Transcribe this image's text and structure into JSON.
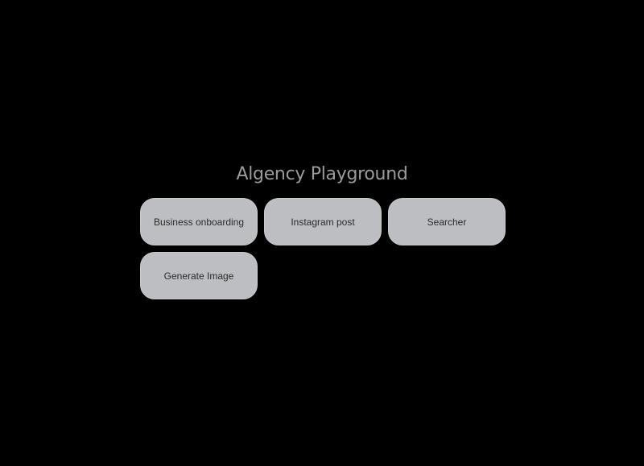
{
  "page": {
    "title": "Algency Playground",
    "background_color": "#000000",
    "title_color": "#9b9b9b",
    "button_color": "#bcbec2"
  },
  "buttons": [
    {
      "label": "Business onboarding"
    },
    {
      "label": "Instagram post"
    },
    {
      "label": "Searcher"
    },
    {
      "label": "Generate Image"
    }
  ]
}
